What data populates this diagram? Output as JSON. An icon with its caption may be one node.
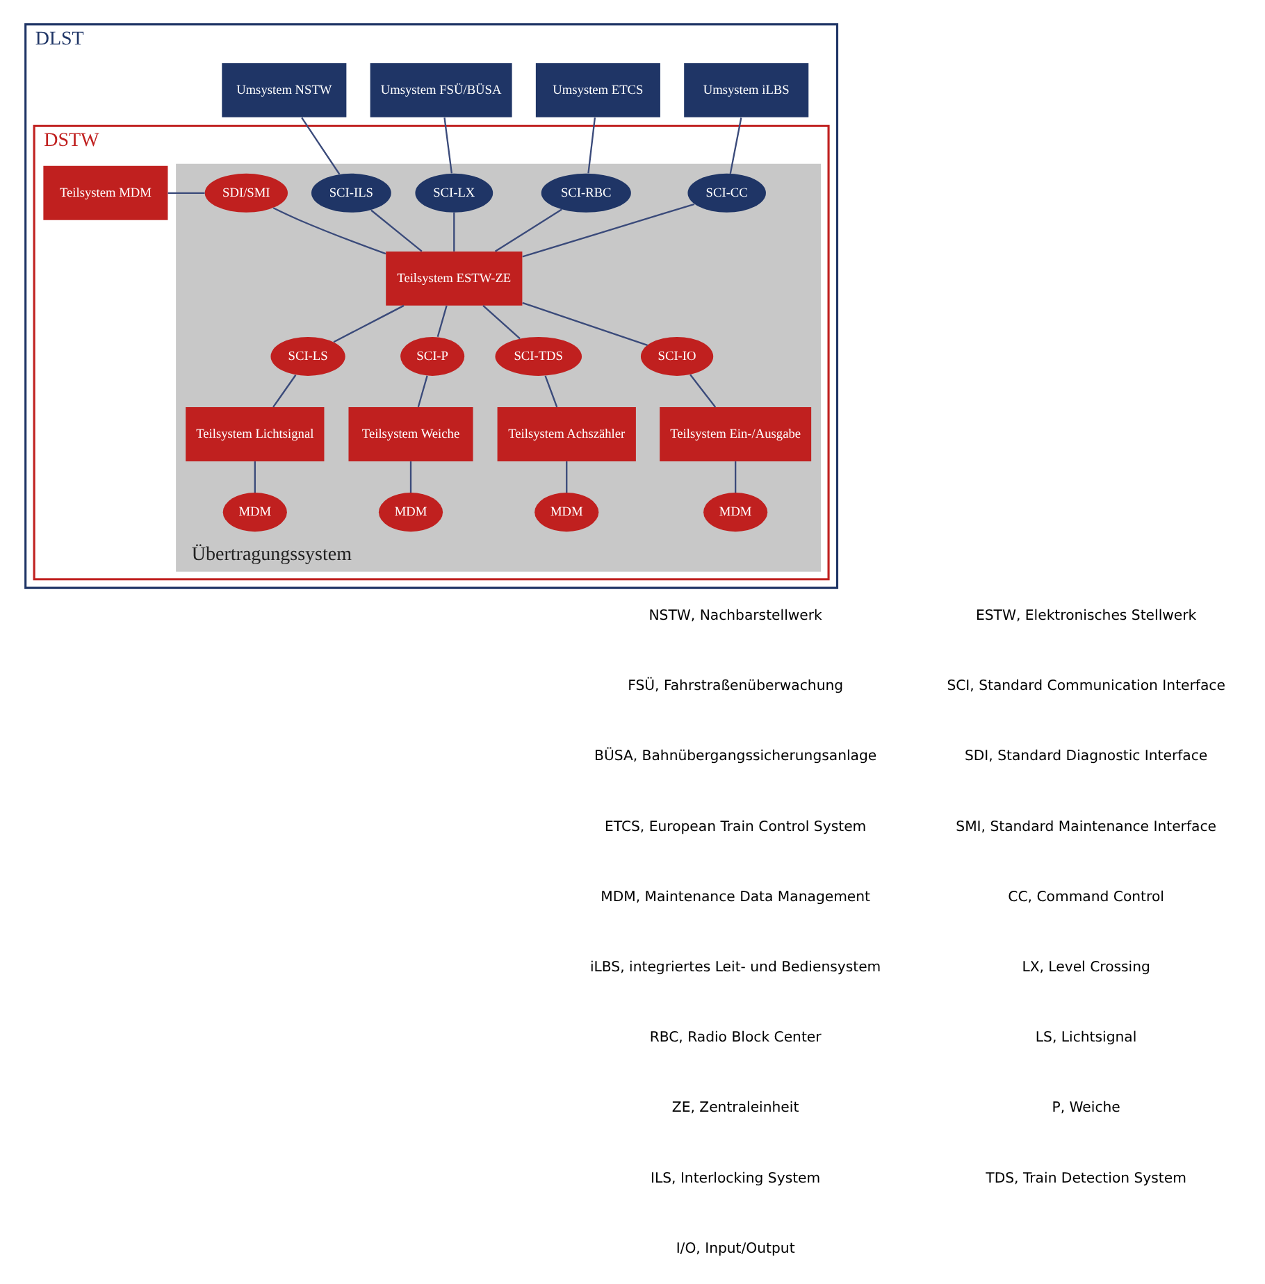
{
  "diagram": {
    "nodes": [
      {
        "text": [
          "DLST"
        ]
      },
      {
        "text": [
          "DSTW"
        ],
        "in": 0
      },
      {
        "text": [
          "Übertragungssystem"
        ],
        "in": 1
      },
      {
        "text": [
          "Umsystem iLBS"
        ],
        "in": 0
      },
      {
        "text": [
          "Umsystem ETCS"
        ],
        "in": 0
      },
      {
        "text": [
          "Umsystem FSÜ/BÜSA"
        ],
        "in": 0
      },
      {
        "text": [
          "Umsystem NSTW"
        ],
        "in": 0
      },
      {
        "text": [
          "SCI-CC"
        ],
        "in": 2
      },
      {
        "text": [
          "SCI-RBC"
        ],
        "in": 2
      },
      {
        "text": [
          "SCI-LX"
        ],
        "in": 2
      },
      {
        "text": [
          "SCI-ILS"
        ],
        "in": 2
      },
      {
        "text": [
          "Teilsystem MDM"
        ],
        "in": 1
      },
      {
        "text": [
          "SDI/SMI"
        ],
        "in": 2
      },
      {
        "text": [
          "Teilsystem ESTW-ZE"
        ],
        "in": 2
      },
      {
        "text": [
          "SCI-LS"
        ],
        "in": 2
      },
      {
        "text": [
          "SCI-P"
        ],
        "in": 2
      },
      {
        "text": [
          "SCI-TDS"
        ],
        "in": 2
      },
      {
        "text": [
          "SCI-IO"
        ],
        "in": 2
      },
      {
        "text": [
          "Teilsystem Lichtsignal"
        ],
        "in": 2
      },
      {
        "text": [
          "Teilsystem Weiche"
        ],
        "in": 2
      },
      {
        "text": [
          "Teilsystem Achszähler"
        ],
        "in": 2
      },
      {
        "text": [
          "Teilsystem Ein-/Ausgabe"
        ],
        "in": 2
      },
      {
        "text": [
          "MDM"
        ],
        "in": 2
      },
      {
        "text": [
          "MDM"
        ],
        "in": 2
      },
      {
        "text": [
          "MDM"
        ],
        "in": 2
      },
      {
        "text": [
          "MDM"
        ],
        "in": 2
      }
    ],
    "edges": [
      {
        "from": 3,
        "to": 7,
        "arrow": "none"
      },
      {
        "from": 4,
        "to": 8,
        "arrow": "none"
      },
      {
        "from": 5,
        "to": 9,
        "arrow": "none"
      },
      {
        "from": 6,
        "to": 10,
        "arrow": "none"
      },
      {
        "from": 7,
        "to": 13,
        "arrow": "none"
      },
      {
        "from": 8,
        "to": 13,
        "arrow": "none"
      },
      {
        "from": 9,
        "to": 13,
        "arrow": "none"
      },
      {
        "from": 10,
        "to": 13,
        "arrow": "none"
      },
      {
        "from": 11,
        "to": 12,
        "arrow": "none"
      },
      {
        "from": 12,
        "to": 13,
        "arrow": "none"
      },
      {
        "from": 13,
        "to": 14,
        "arrow": "none"
      },
      {
        "from": 13,
        "to": 15,
        "arrow": "none"
      },
      {
        "from": 13,
        "to": 16,
        "arrow": "none"
      },
      {
        "from": 13,
        "to": 17,
        "arrow": "none"
      },
      {
        "from": 14,
        "to": 18,
        "arrow": "none"
      },
      {
        "from": 15,
        "to": 19,
        "arrow": "none"
      },
      {
        "from": 16,
        "to": 20,
        "arrow": "none"
      },
      {
        "from": 17,
        "to": 21,
        "arrow": "none"
      },
      {
        "from": 18,
        "to": 22,
        "arrow": "none"
      },
      {
        "from": 19,
        "to": 23,
        "arrow": "none"
      },
      {
        "from": 20,
        "to": 24,
        "arrow": "none"
      },
      {
        "from": 21,
        "to": 25,
        "arrow": "none"
      }
    ],
    "labels": [
      "NSTW, Nachbarstellwerk",
      "FSÜ, Fahrstraßenüberwachung",
      "BÜSA, Bahnübergangssicherungsanlage",
      "ETCS, European Train Control System",
      "MDM, Maintenance Data Management",
      "iLBS, integriertes Leit- und Bediensystem",
      "RBC, Radio Block Center",
      "ZE, Zentraleinheit",
      "ILS, Interlocking System",
      "I/O, Input/Output",
      "ESTW, Elektronisches Stellwerk",
      "SCI, Standard Communication Interface",
      "SDI, Standard Diagnostic Interface",
      "SMI, Standard Maintenance Interface",
      "CC, Command Control",
      "LX, Level Crossing",
      "LS, Lichtsignal",
      "P, Weiche",
      "TDS, Train Detection System"
    ]
  }
}
